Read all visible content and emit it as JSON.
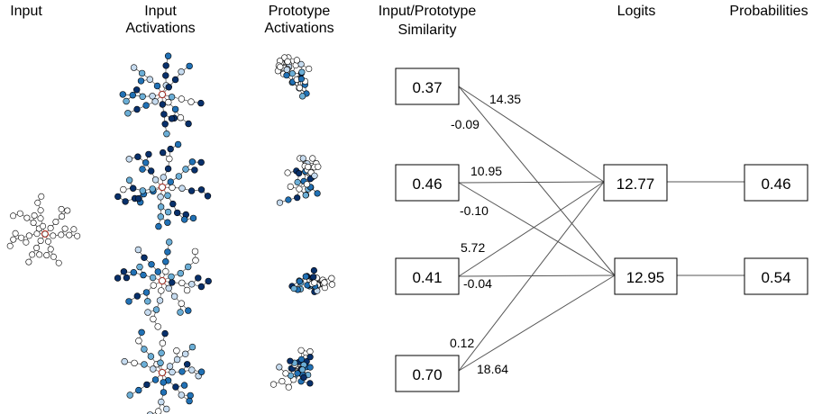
{
  "headers": {
    "input": "Input",
    "input_activations": [
      "Input",
      "Activations"
    ],
    "prototype_activations": [
      "Prototype",
      "Activations"
    ],
    "similarity": [
      "Input/Prototype",
      "Similarity"
    ],
    "logits": "Logits",
    "probabilities": "Probabilities"
  },
  "colors": {
    "node_outline": "#000000",
    "node_empty": "#ffffff",
    "center_node": "#e74c3c",
    "activation_low": "#c6dbef",
    "activation_mid": "#6baed6",
    "activation_high": "#2171b5",
    "activation_max": "#08306b",
    "edge": "#555555"
  },
  "similarities": [
    "0.37",
    "0.46",
    "0.41",
    "0.70"
  ],
  "logits": [
    "12.77",
    "12.95"
  ],
  "probabilities": [
    "0.46",
    "0.54"
  ],
  "weights": [
    [
      "14.35",
      "-0.09"
    ],
    [
      "10.95",
      "-0.10"
    ],
    [
      "5.72",
      "-0.04"
    ],
    [
      "0.12",
      "18.64"
    ]
  ]
}
